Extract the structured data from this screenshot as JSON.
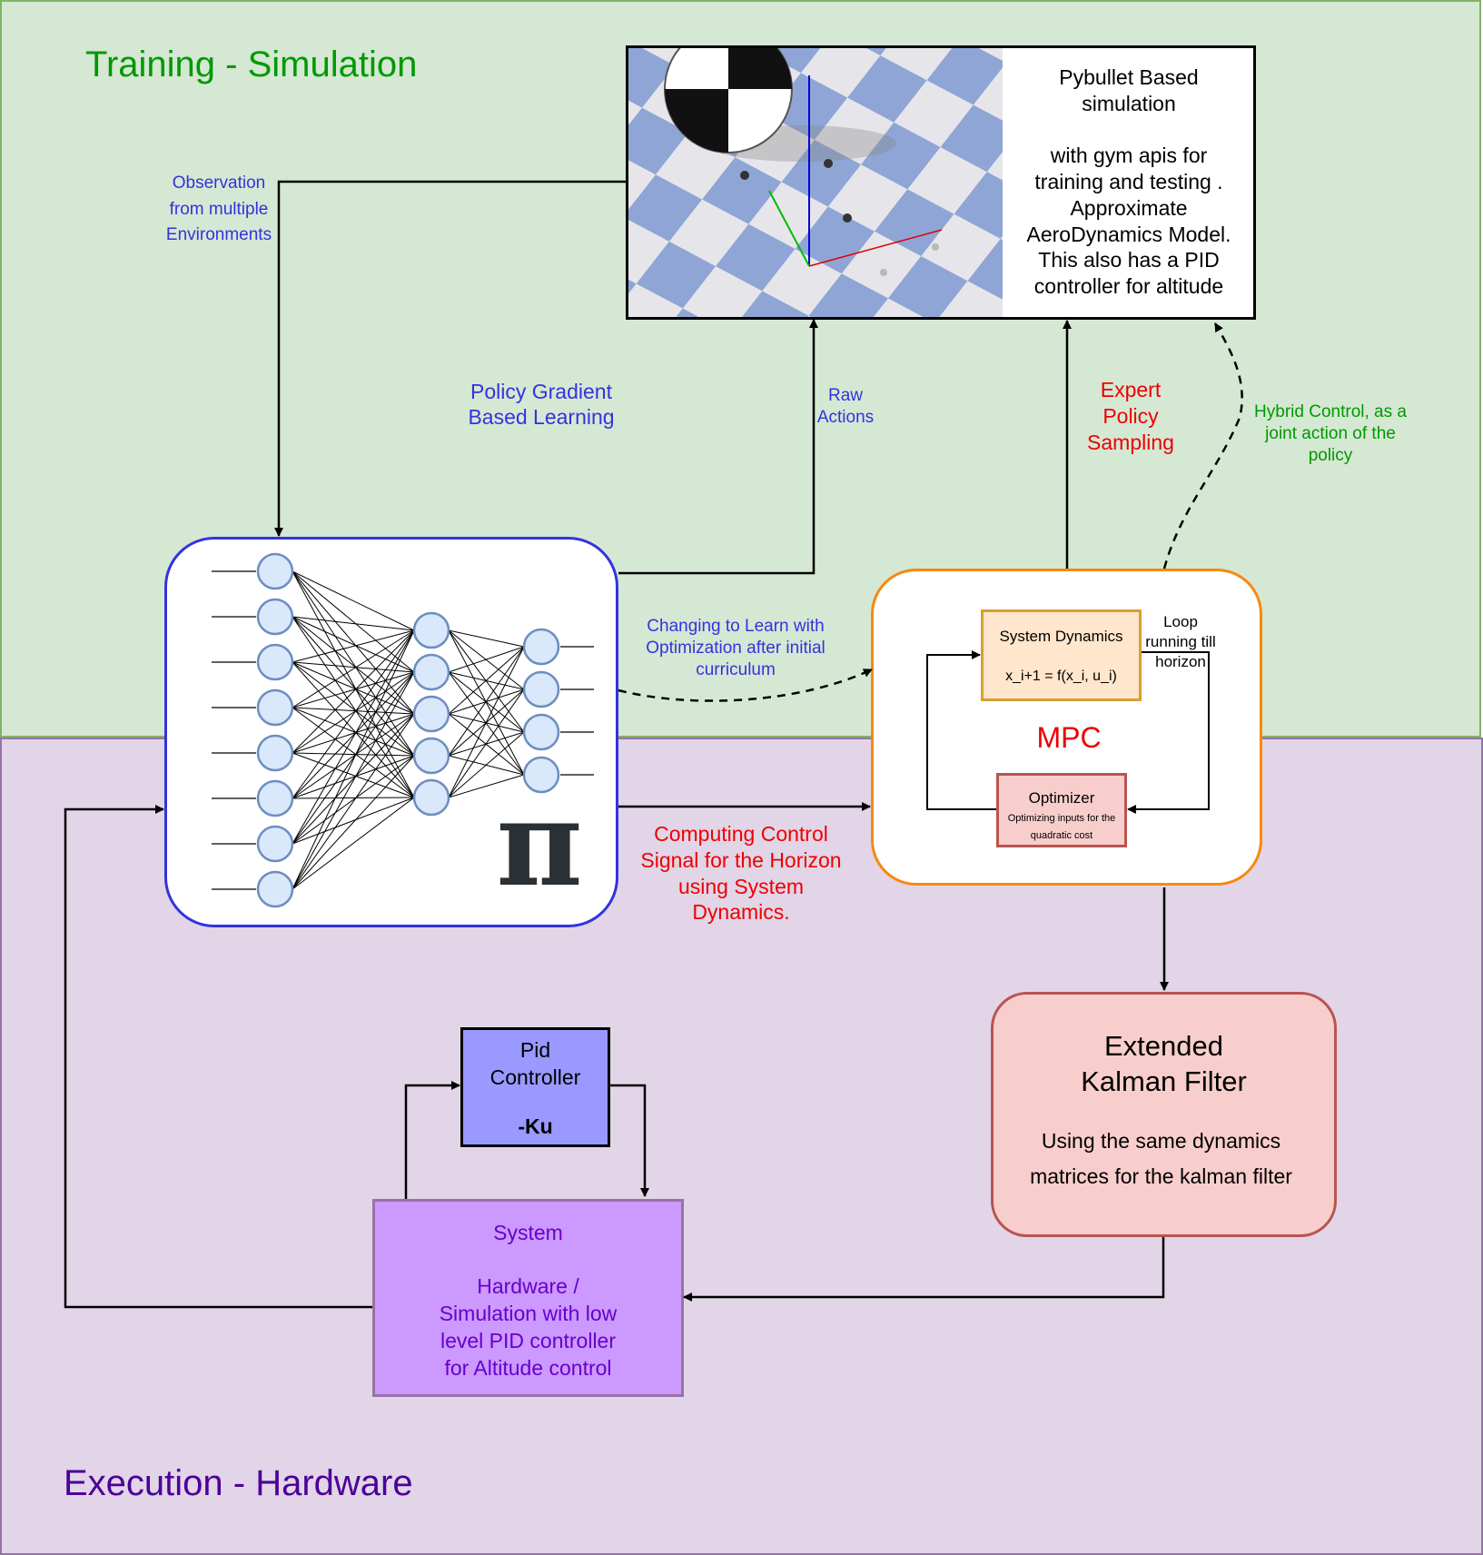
{
  "colors": {
    "training_zone_fill": "#d5e8d4",
    "training_zone_border": "#82b366",
    "execution_zone_fill": "#e1d5e7",
    "execution_zone_border": "#9673a6",
    "policy_box_border": "#3333dd",
    "mpc_box_border": "#f7890f",
    "ekf_fill": "#f8cecc",
    "ekf_border": "#b85450",
    "pid_fill": "#9999ff",
    "system_fill": "#cc99ff",
    "neuron_fill": "#dae8fc",
    "neuron_stroke": "#6c8ebf",
    "green_text": "#009900",
    "blue_text": "#3333dd",
    "red_text": "#ee0000",
    "purple_text": "#6600cc"
  },
  "zones": {
    "training_title": "Training - Simulation",
    "execution_title": "Execution - Hardware"
  },
  "simulation": {
    "description": "Pybullet Based\nsimulation\n\nwith gym apis for\ntraining and testing .\nApproximate\nAeroDynamics Model.\nThis also has a PID\ncontroller for altitude"
  },
  "policy": {
    "symbol": "π",
    "layers": [
      8,
      5,
      4
    ]
  },
  "mpc": {
    "title": "MPC",
    "system_dynamics_title": "System Dynamics",
    "system_dynamics_equation": "x_i+1 = f(x_i, u_i)",
    "optimizer_title": "Optimizer",
    "optimizer_subtitle": "Optimizing inputs for the quadratic cost",
    "loop_label": "Loop\nrunning till\nhorizon"
  },
  "ekf": {
    "title": "Extended\nKalman Filter",
    "subtitle": "Using the same dynamics\nmatrices for the kalman filter"
  },
  "pid": {
    "title": "Pid\nController",
    "law": "-Ku"
  },
  "system": {
    "title": "System",
    "body": "Hardware /\nSimulation with low\nlevel PID controller\nfor Altitude control"
  },
  "edges": {
    "observation": "Observation\nfrom multiple\nEnvironments",
    "policy_gradient": "Policy Gradient\nBased Learning",
    "raw_actions": "Raw\nActions",
    "expert_policy": "Expert\nPolicy\nSampling",
    "hybrid_control": "Hybrid Control, as a\njoint action of the\npolicy",
    "changing_to_learn": "Changing to Learn with\nOptimization after initial\ncurriculum",
    "computing_control": "Computing Control\nSignal for the Horizon\nusing System\nDynamics."
  }
}
